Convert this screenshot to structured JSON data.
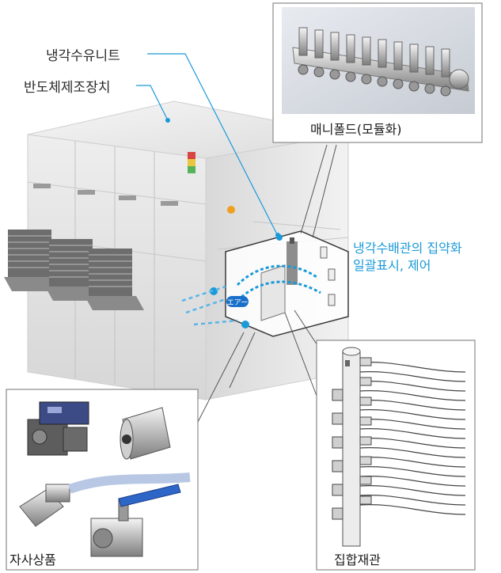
{
  "labels": {
    "cooling_unit": "냉각수유니트",
    "semiconductor_equipment": "반도체제조장치",
    "manifold": "매니폴드(모듈화)",
    "consolidation_line1": "냉각수배관의 집약화",
    "consolidation_line2": "일괄표시, 제어",
    "own_products": "자사상품",
    "header_material": "집합재관",
    "air_badge": "エアー"
  },
  "colors": {
    "accent": "#1a9ad8",
    "machine_body": "#e9e9e9",
    "machine_shadow": "#cfcfcf",
    "frame_border": "#8a8a8a"
  },
  "icons": [
    "signal-tower-icon",
    "flow-arrow-icon",
    "valve-icon",
    "flow-sensor-icon",
    "ball-valve-icon"
  ]
}
